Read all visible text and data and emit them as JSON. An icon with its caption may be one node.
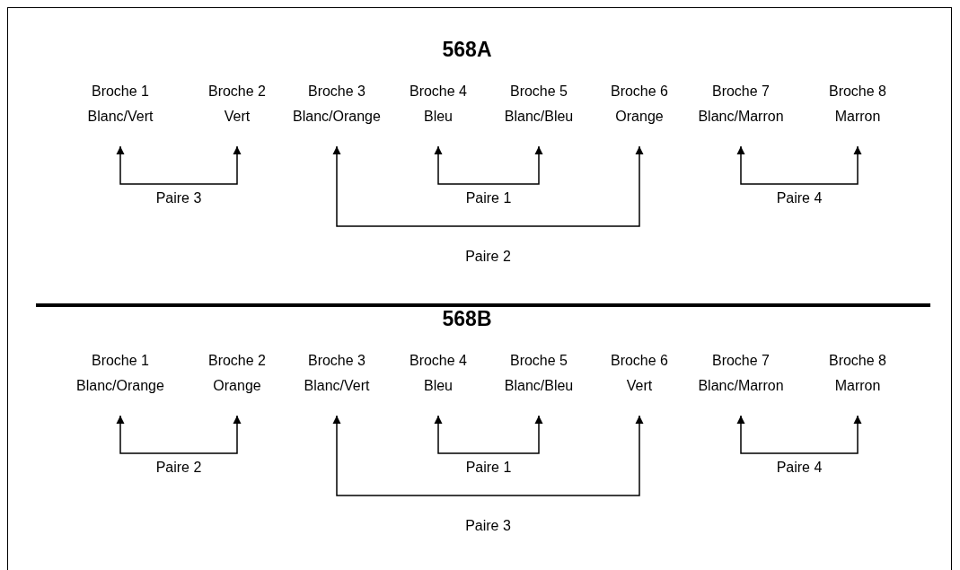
{
  "diagram": {
    "nodes": [
      {
        "text": [
          "Broche 1",
          "Blanc/Vert"
        ]
      },
      {
        "text": [
          "Broche 2",
          "Vert"
        ]
      },
      {
        "text": [
          "Broche 3",
          "Blanc/Orange"
        ]
      },
      {
        "text": [
          "Broche 4",
          "Bleu"
        ]
      },
      {
        "text": [
          "Broche 5",
          "Blanc/Bleu"
        ]
      },
      {
        "text": [
          "Broche 6",
          "Orange"
        ]
      },
      {
        "text": [
          "Broche 7",
          "Blanc/Marron"
        ]
      },
      {
        "text": [
          "Broche 8",
          "Marron"
        ]
      },
      {
        "text": [
          "Broche 1",
          "Blanc/Orange"
        ]
      },
      {
        "text": [
          "Broche 2",
          "Orange"
        ]
      },
      {
        "text": [
          "Broche 3",
          "Blanc/Vert"
        ]
      },
      {
        "text": [
          "Broche 4",
          "Bleu"
        ]
      },
      {
        "text": [
          "Broche 5",
          "Blanc/Bleu"
        ]
      },
      {
        "text": [
          "Broche 6",
          "Vert"
        ]
      },
      {
        "text": [
          "Broche 7",
          "Blanc/Marron"
        ]
      },
      {
        "text": [
          "Broche 8",
          "Marron"
        ]
      }
    ],
    "edges": [
      {
        "from": 0,
        "to": 1,
        "arrow": "both",
        "label": "Paire 3"
      },
      {
        "from": 3,
        "to": 4,
        "arrow": "both",
        "label": "Paire 1"
      },
      {
        "from": 6,
        "to": 7,
        "arrow": "both",
        "label": "Paire 4"
      },
      {
        "from": 2,
        "to": 5,
        "arrow": "both",
        "label": "Paire 2"
      },
      {
        "from": 8,
        "to": 9,
        "arrow": "both",
        "label": "Paire 2"
      },
      {
        "from": 11,
        "to": 12,
        "arrow": "both",
        "label": "Paire 1"
      },
      {
        "from": 14,
        "to": 15,
        "arrow": "both",
        "label": "Paire 4"
      },
      {
        "from": 10,
        "to": 13,
        "arrow": "both",
        "label": "Paire 3"
      }
    ],
    "labels": [
      "568A",
      "568B"
    ]
  }
}
